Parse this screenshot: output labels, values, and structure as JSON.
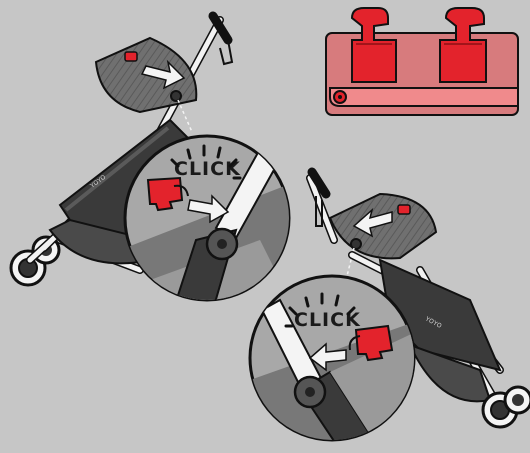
{
  "illustration": {
    "callout_left": {
      "text": "CLICK"
    },
    "callout_right": {
      "text": "CLICK"
    },
    "stroller_left_brand": "YOYO",
    "stroller_right_brand": "YOYO"
  },
  "colors": {
    "background": "#c6c6c6",
    "clip_red": "#e3232c",
    "fabric_dark": "#3a3a3a",
    "fabric_mid": "#6d6d6d",
    "frame_white": "#f2f2f2",
    "outline": "#111111"
  }
}
